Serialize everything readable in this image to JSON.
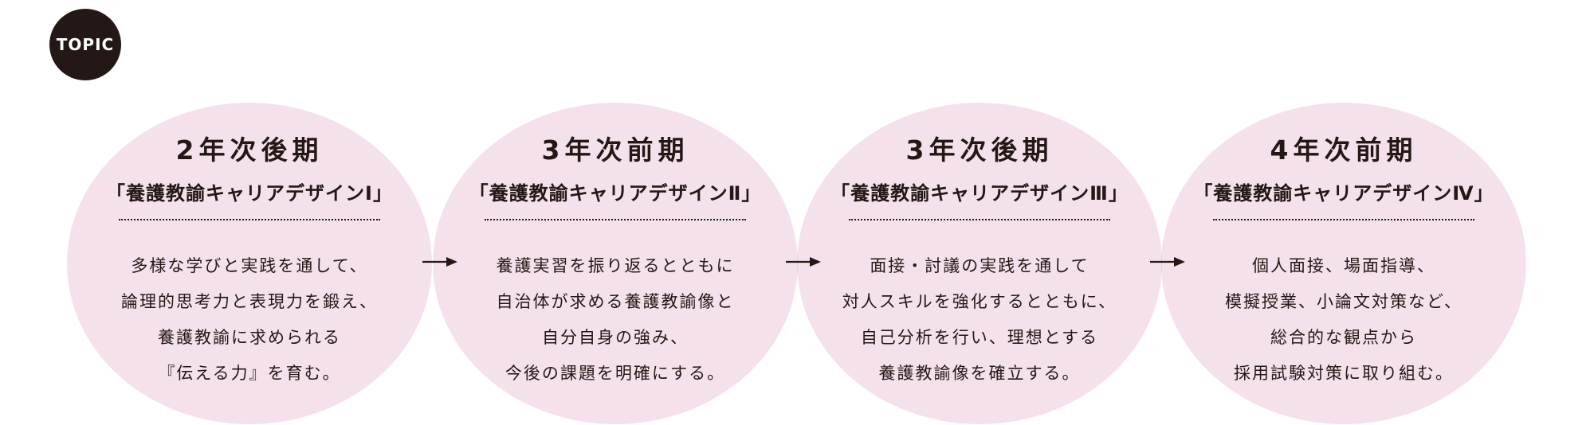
{
  "badge": {
    "label": "TOPIC"
  },
  "stages": [
    {
      "title": "2年次後期",
      "course": "「養護教諭キャリアデザインⅠ」",
      "description": [
        "多様な学びと実践を通して、",
        "論理的思考力と表現力を鍛え、",
        "養護教諭に求められる",
        "『伝える力』を育む。"
      ]
    },
    {
      "title": "3年次前期",
      "course": "「養護教諭キャリアデザインⅡ」",
      "description": [
        "養護実習を振り返るとともに",
        "自治体が求める養護教諭像と",
        "自分自身の強み、",
        "今後の課題を明確にする。"
      ]
    },
    {
      "title": "3年次後期",
      "course": "「養護教諭キャリアデザインⅢ」",
      "description": [
        "面接・討議の実践を通して",
        "対人スキルを強化するとともに、",
        "自己分析を行い、理想とする",
        "養護教諭像を確立する。"
      ]
    },
    {
      "title": "4年次前期",
      "course": "「養護教諭キャリアデザインⅣ」",
      "description": [
        "個人面接、場面指導、",
        "模擬授業、小論文対策など、",
        "総合的な観点から",
        "採用試験対策に取り組む。"
      ]
    }
  ],
  "colors": {
    "ellipse_fill": "#f5e1ec",
    "text": "#231815",
    "badge_bg": "#231815",
    "badge_text": "#ffffff"
  },
  "icons": {
    "connector": "arrow-right-icon"
  }
}
